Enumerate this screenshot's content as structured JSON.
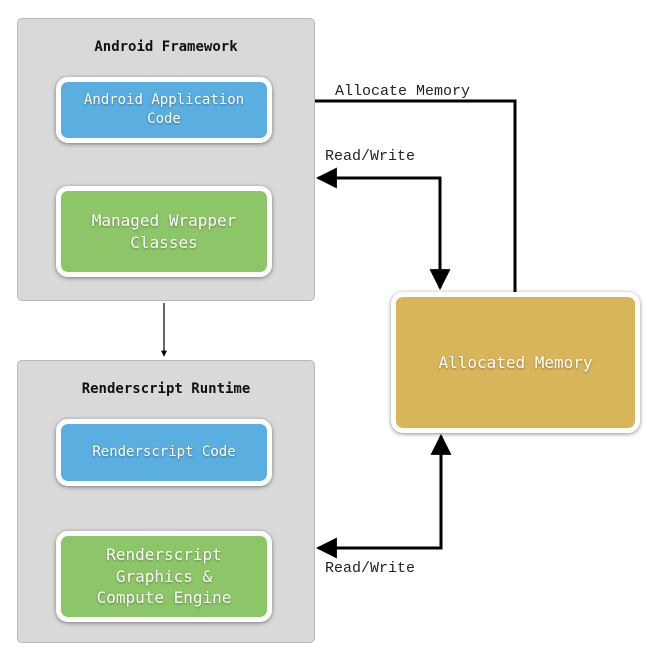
{
  "panels": {
    "framework_title": "Android Framework",
    "runtime_title": "Renderscript Runtime"
  },
  "nodes": {
    "app_code": "Android Application\nCode",
    "wrapper": "Managed Wrapper\nClasses",
    "rs_code": "Renderscript Code",
    "rs_engine": "Renderscript\nGraphics &\nCompute Engine",
    "memory": "Allocated Memory"
  },
  "edges": {
    "allocate": "Allocate Memory",
    "readwrite_top": "Read/Write",
    "readwrite_bottom": "Read/Write"
  },
  "colors": {
    "blue": "#5aaee0",
    "green": "#8dc668",
    "gold": "#d8b45a",
    "panel": "#d9d9d9"
  }
}
